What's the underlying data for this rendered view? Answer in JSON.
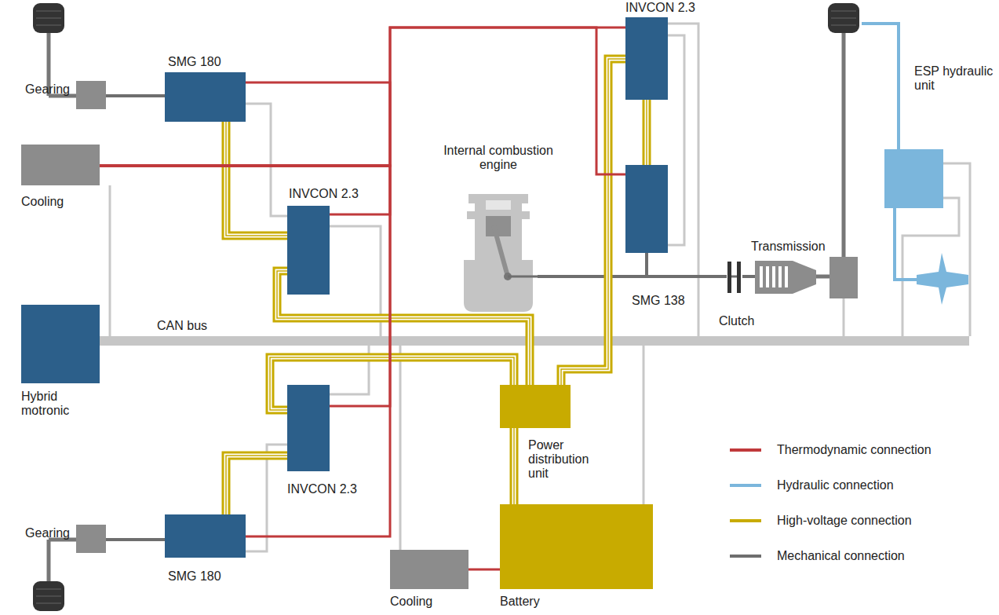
{
  "diagram": {
    "nodes": [
      {
        "text": [
          "Gearing"
        ]
      },
      {
        "text": [
          "SMG 180"
        ]
      },
      {
        "text": [
          "Cooling"
        ]
      },
      {
        "text": [
          "INVCON 2.3"
        ]
      },
      {
        "text": [
          "INVCON 2.3"
        ]
      },
      {
        "text": [
          "Internal combustion engine"
        ]
      },
      {
        "text": [
          "SMG 138"
        ]
      },
      {
        "text": [
          "ESP hydraulic unit"
        ]
      },
      {
        "text": [
          "Transmission"
        ]
      },
      {
        "text": [
          "Clutch"
        ]
      },
      {
        "text": [
          "Hybrid motronic"
        ]
      },
      {
        "text": [
          "INVCON 2.3"
        ]
      },
      {
        "text": [
          "Power distribution unit"
        ]
      },
      {
        "text": [
          "Gearing"
        ]
      },
      {
        "text": [
          "SMG 180"
        ]
      },
      {
        "text": [
          "Cooling"
        ]
      },
      {
        "text": [
          "Battery"
        ]
      }
    ],
    "edges": [
      {
        "from": 0,
        "to": 1,
        "arrow": "none"
      },
      {
        "from": 13,
        "to": 14,
        "arrow": "none"
      },
      {
        "from": 5,
        "to": 6,
        "arrow": "none"
      },
      {
        "from": 5,
        "to": 9,
        "arrow": "none"
      },
      {
        "from": 9,
        "to": 8,
        "arrow": "none"
      },
      {
        "from": 1,
        "to": 3,
        "arrow": "none"
      },
      {
        "from": 3,
        "to": 12,
        "arrow": "none"
      },
      {
        "from": 4,
        "to": 6,
        "arrow": "none"
      },
      {
        "from": 4,
        "to": 12,
        "arrow": "none"
      },
      {
        "from": 11,
        "to": 12,
        "arrow": "none"
      },
      {
        "from": 14,
        "to": 11,
        "arrow": "none"
      },
      {
        "from": 12,
        "to": 16,
        "arrow": "none"
      },
      {
        "from": 2,
        "to": 1,
        "arrow": "none"
      },
      {
        "from": 2,
        "to": 3,
        "arrow": "none"
      },
      {
        "from": 2,
        "to": 4,
        "arrow": "none"
      },
      {
        "from": 2,
        "to": 6,
        "arrow": "none"
      },
      {
        "from": 2,
        "to": 11,
        "arrow": "none"
      },
      {
        "from": 2,
        "to": 14,
        "arrow": "none"
      },
      {
        "from": 15,
        "to": 16,
        "arrow": "none"
      }
    ],
    "labels": [
      "CAN bus"
    ],
    "legend": [
      {
        "text": "Thermodynamic connection",
        "color": "#c0393b"
      },
      {
        "text": "Hydraulic connection",
        "color": "#7bb6dc"
      },
      {
        "text": "High-voltage connection",
        "color": "#c8ab00"
      },
      {
        "text": "Mechanical connection",
        "color": "#6e6e6e"
      }
    ]
  }
}
